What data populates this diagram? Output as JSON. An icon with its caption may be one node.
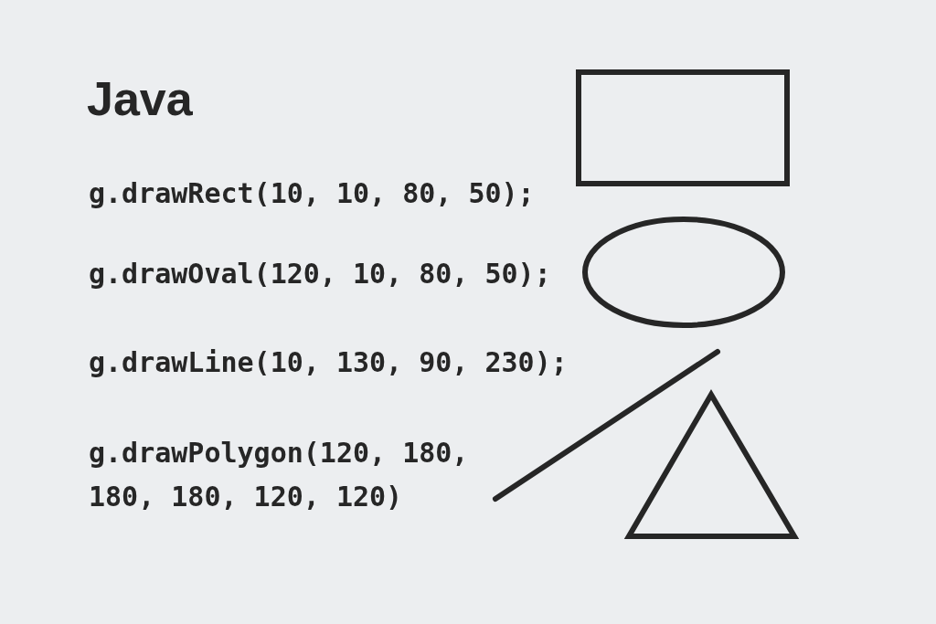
{
  "diagram": {
    "title": "Java",
    "labels": [
      "g.drawRect(10, 10, 80, 50);",
      "g.drawOval(120, 10, 80, 50);",
      "g.drawLine(10, 130, 90, 230);",
      "g.drawPolygon(120, 180, 180, 180, 120, 120)"
    ]
  }
}
